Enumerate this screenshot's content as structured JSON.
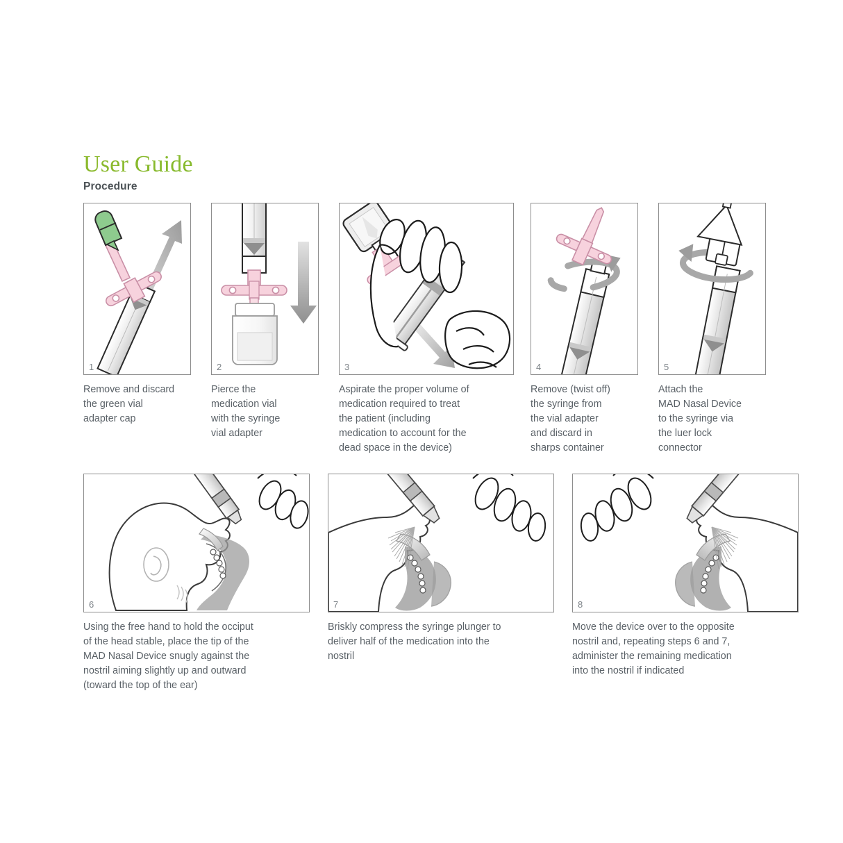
{
  "header": {
    "title": "User Guide",
    "subtitle": "Procedure",
    "title_color_start": "#8bb92c",
    "title_color_end": "#52b232"
  },
  "colors": {
    "caption_text": "#5a6167",
    "subtitle_text": "#4c5256",
    "frame_border": "#8d8d8d",
    "step_number": "#7c8287",
    "cap_green": "#8ecb8e",
    "adapter_pink": "#f7d2dd",
    "arrow_gray": "#9a9a9a",
    "syringe_gray": "#d9d9d9",
    "outline_dark": "#2b2b2b"
  },
  "steps": [
    {
      "number": "1",
      "illustration": "syringe-with-green-cap-and-up-arrow",
      "caption": "Remove and discard\nthe green vial\nadapter cap"
    },
    {
      "number": "2",
      "illustration": "syringe-piercing-medication-vial-down-arrow",
      "caption": "Pierce the\nmedication vial\nwith the syringe\nvial adapter"
    },
    {
      "number": "3",
      "illustration": "hands-aspirating-medication-from-inverted-vial",
      "caption": "Aspirate the proper volume of\nmedication required to treat\nthe patient (including\nmedication to account for the\ndead space in the device)"
    },
    {
      "number": "4",
      "illustration": "twisting-off-pink-vial-adapter-from-syringe",
      "caption": "Remove (twist off)\nthe syringe from\nthe vial adapter\nand discard in\nsharps container"
    },
    {
      "number": "5",
      "illustration": "attaching-mad-nasal-device-to-syringe-luer-lock",
      "caption": "Attach the\nMAD Nasal Device\nto the syringe via\nthe luer lock\nconnector"
    },
    {
      "number": "6",
      "illustration": "head-profile-facing-left-device-placed-at-nostril",
      "caption": "Using the free hand to hold the occiput\nof the head stable, place the tip of the\nMAD Nasal Device snugly against the\nnostril aiming slightly up and outward\n(toward the top of the ear)"
    },
    {
      "number": "7",
      "illustration": "head-profile-facing-left-atomized-spray-into-nostril",
      "caption": "Briskly compress the syringe plunger to\ndeliver half of the medication into the\nnostril"
    },
    {
      "number": "8",
      "illustration": "head-profile-facing-right-atomized-spray-opposite-nostril",
      "caption": "Move the device over to the opposite\nnostril and, repeating steps 6 and 7,\nadminister the remaining medication\ninto the nostril if indicated"
    }
  ]
}
